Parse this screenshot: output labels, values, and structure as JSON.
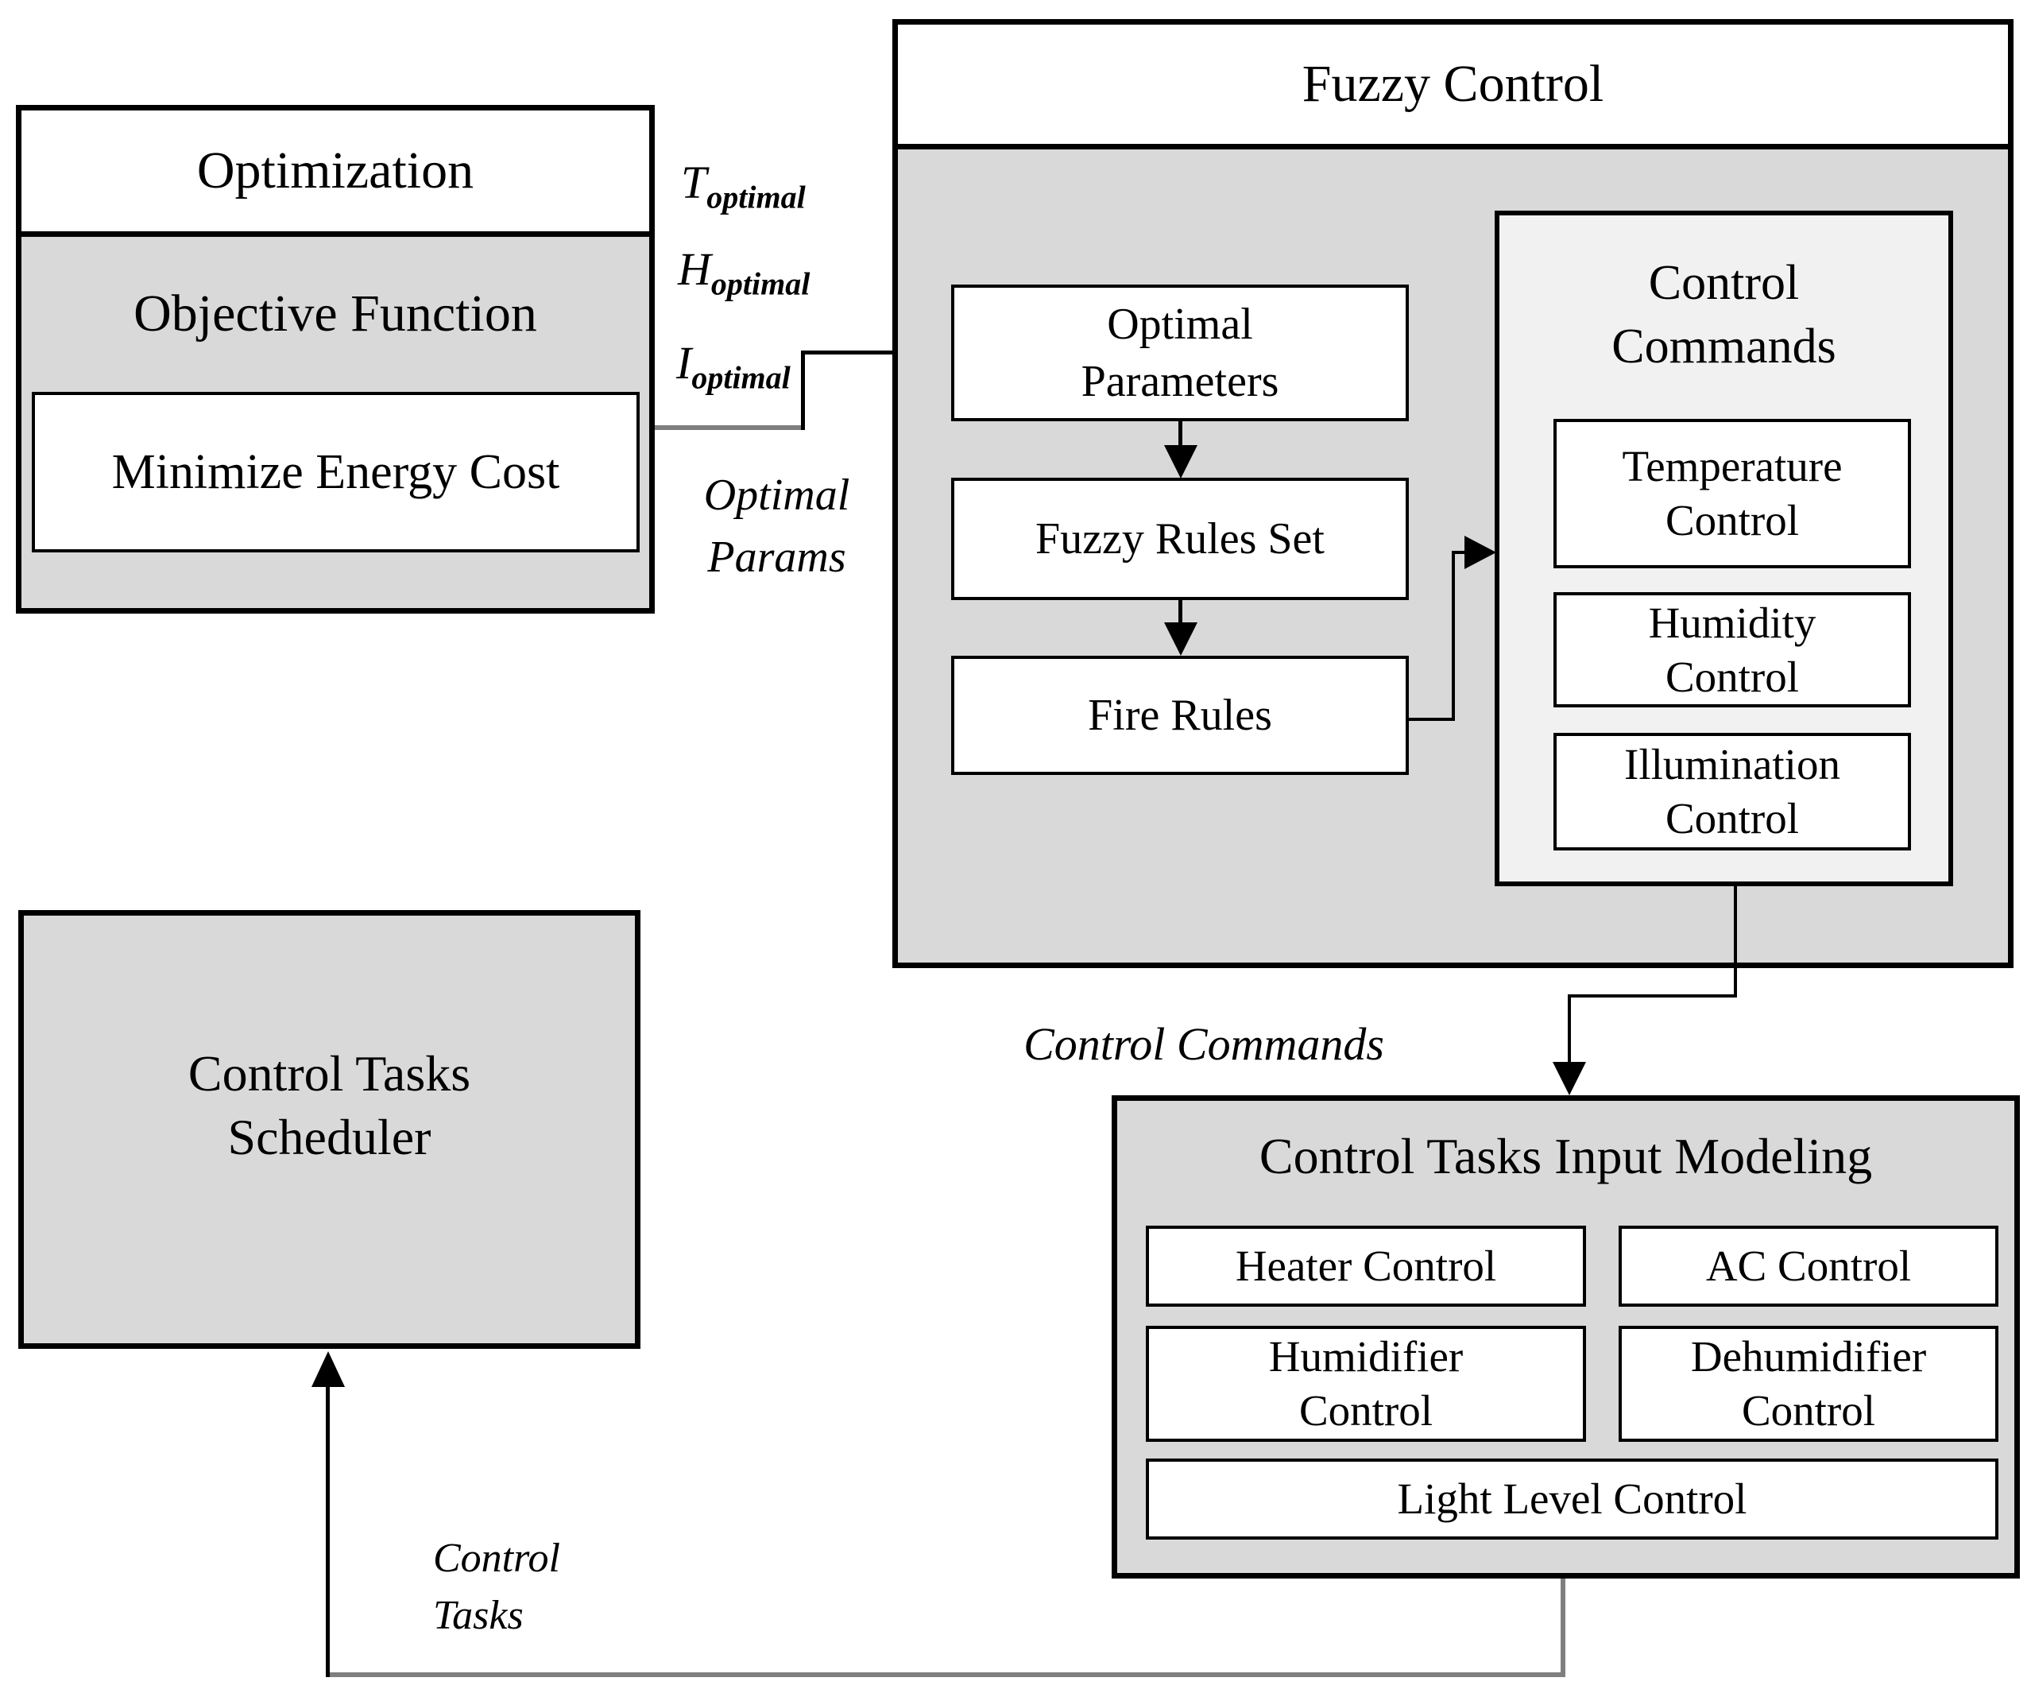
{
  "colors": {
    "box_fill_gray": "#d9d9d9",
    "commands_fill_gray": "#f1f1f1",
    "border_black": "#000000",
    "connector_gray": "#7f7f7f"
  },
  "optimization": {
    "title": "Optimization",
    "objective": "Objective Function",
    "minimize": "Minimize Energy Cost"
  },
  "signals": [
    {
      "base": "T",
      "sub": "optimal"
    },
    {
      "base": "H",
      "sub": "optimal"
    },
    {
      "base": "I",
      "sub": "optimal"
    }
  ],
  "labels": {
    "optimal_params": [
      "Optimal",
      "Params"
    ],
    "control_commands": "Control Commands",
    "control_tasks": [
      "Control",
      "Tasks"
    ]
  },
  "fuzzy": {
    "title": "Fuzzy Control",
    "optimal_parameters": [
      "Optimal",
      "Parameters"
    ],
    "fuzzy_rules_set": "Fuzzy Rules Set",
    "fire_rules": "Fire Rules",
    "commands": {
      "title": [
        "Control",
        "Commands"
      ],
      "temperature": [
        "Temperature",
        "Control"
      ],
      "humidity": [
        "Humidity",
        "Control"
      ],
      "illumination": [
        "Illumination",
        "Control"
      ]
    }
  },
  "scheduler": [
    "Control Tasks",
    "Scheduler"
  ],
  "input_modeling": {
    "title": "Control Tasks Input Modeling",
    "heater": "Heater Control",
    "ac": "AC Control",
    "humidifier": [
      "Humidifier",
      "Control"
    ],
    "dehumidifier": [
      "Dehumidifier",
      "Control"
    ],
    "light": "Light Level Control"
  }
}
